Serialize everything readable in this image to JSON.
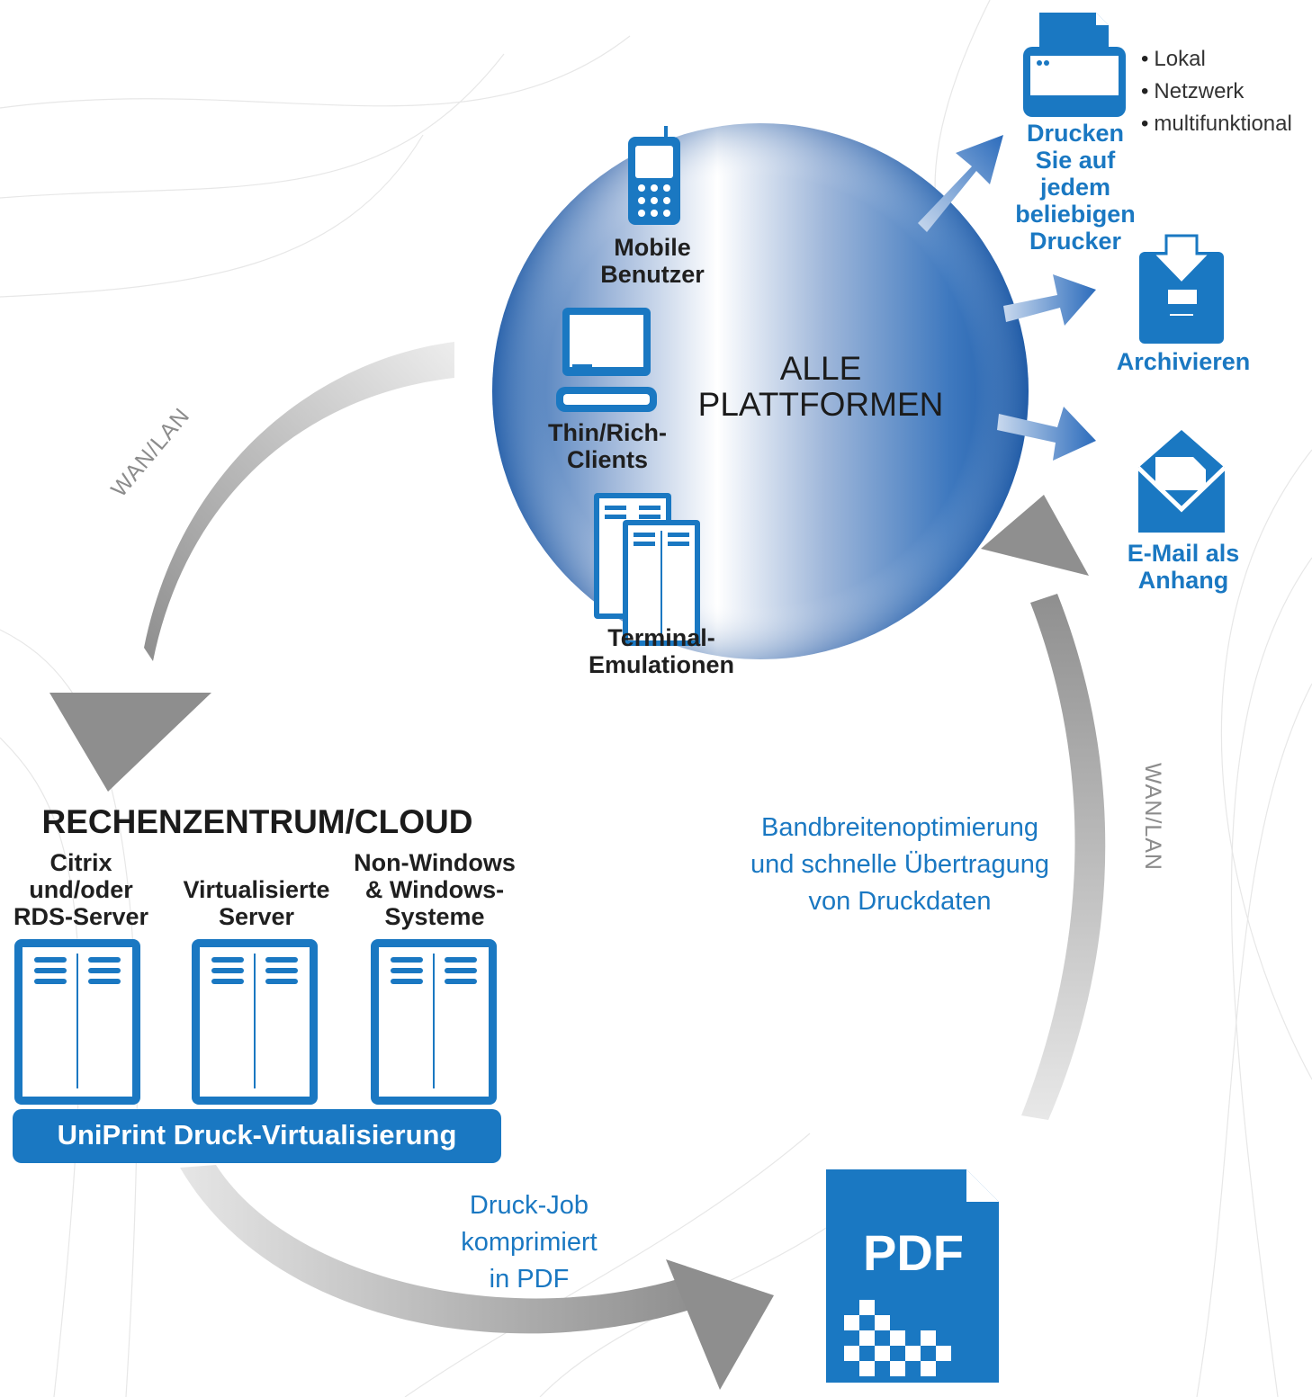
{
  "hub": {
    "title_line1": "ALLE",
    "title_line2": "PLATTFORMEN"
  },
  "clients": [
    {
      "icon": "mobile-phone-icon",
      "line1": "Mobile",
      "line2": "Benutzer"
    },
    {
      "icon": "computer-icon",
      "line1": "Thin/Rich-",
      "line2": "Clients"
    },
    {
      "icon": "terminal-docs-icon",
      "line1": "Terminal-",
      "line2": "Emulationen"
    }
  ],
  "outputs": {
    "print": {
      "icon": "printer-icon",
      "lines": [
        "Drucken",
        "Sie auf",
        "jedem",
        "beliebigen",
        "Drucker"
      ]
    },
    "print_targets": [
      "Lokal",
      "Netzwerk",
      "multifunktional"
    ],
    "archive": {
      "icon": "archive-icon",
      "label": "Archivieren"
    },
    "email": {
      "icon": "envelope-icon",
      "line1": "E-Mail als",
      "line2": "Anhang"
    }
  },
  "datacenter": {
    "title": "RECHENZENTRUM/CLOUD",
    "servers": [
      {
        "lines": [
          "Citrix",
          "und/oder",
          "RDS-Server"
        ]
      },
      {
        "lines": [
          "Virtualisierte",
          "Server"
        ]
      },
      {
        "lines": [
          "Non-Windows",
          "& Windows-",
          "Systeme"
        ]
      }
    ],
    "product_bar": "UniPrint Druck-Virtualisierung"
  },
  "flow_labels": {
    "wan_left": "WAN/LAN",
    "wan_right": "WAN/LAN",
    "compress": [
      "Druck-Job",
      "komprimiert",
      "in PDF"
    ],
    "bandwidth": [
      "Bandbreitenoptimierung",
      "und schnelle Übertragung",
      "von Druckdaten"
    ]
  },
  "pdf": {
    "label": "PDF"
  },
  "colors": {
    "brand_blue": "#1a78c2",
    "arrow_gray": "#9a9a9a",
    "sphere_dark": "#1f5fae",
    "text_dark": "#1f1f1f"
  }
}
